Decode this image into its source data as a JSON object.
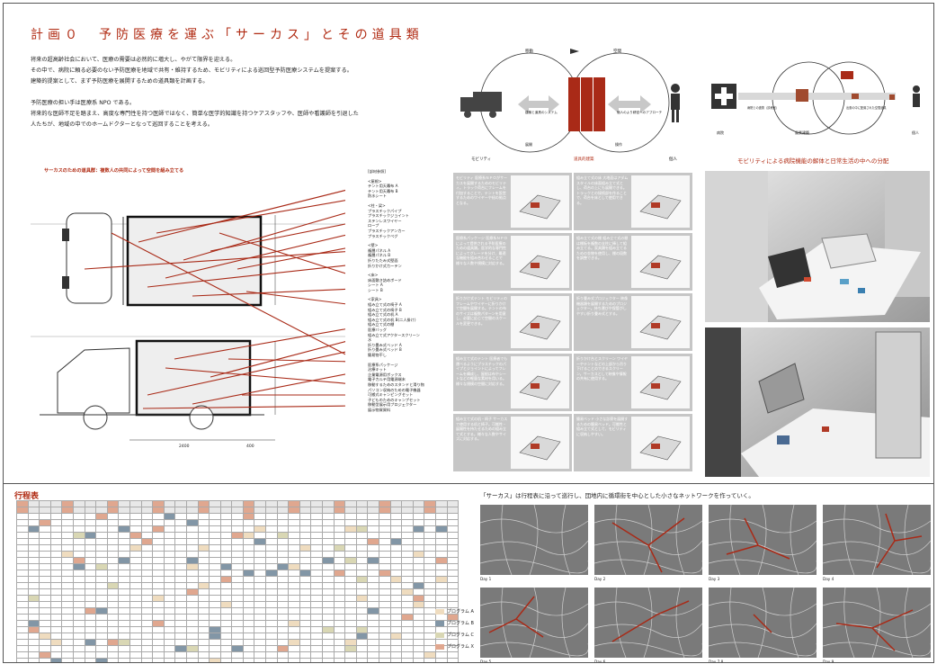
{
  "header": {
    "title": "計画０　予防医療を運ぶ「サーカス」とその道具類"
  },
  "intro": {
    "p1": [
      "将来の超高齢社会において、医療の需要は必然的に増大し、やがて限界を迎える。",
      "その中で、病院に頼る必要のない予防医療を地域で共有・維持するため、モビリティによる巡回型予防医療システムを提案する。",
      "建築的提案として、まず予防医療を展開するための道具類を計画する。"
    ],
    "p2": [
      "予防医療の担い手は医療系 NPO である。",
      "将来的な医師不足を踏まえ、高度な専門性を持つ医師ではなく、簡単な医学的知識を持つケアスタッフや、医師や看護師を引退した",
      "人たちが、地域の中でのホームドクターとなって巡回することを考える。"
    ]
  },
  "diagram": {
    "top_labels": [
      "移動",
      "空間"
    ],
    "mid_labels": [
      "建築と道具のシステム",
      "個人のより精密へのアプローチ"
    ],
    "bottom_labels": [
      "モビリティ",
      "道具的建築",
      "個人"
    ],
    "bottom_small": [
      "展開",
      "操作"
    ],
    "right_labels": [
      "病院",
      "風景建築",
      "個人"
    ],
    "right_mid_labels": [
      "病院との連携（診療室）",
      "出張の中に配置された空間道具"
    ],
    "caption": "モビリティによる病院機能の解体と日常生活の中への分配"
  },
  "truck": {
    "heading": "サーカスのための道具群：複数人の共同によって空間を組み立てる",
    "list_head": "[部材参照]",
    "groups": [
      {
        "head": "<屋根>",
        "items": [
          "テント用天幕布 A",
          "テント用天幕布 B",
          "防水シート"
        ]
      },
      {
        "head": "<柱・梁>",
        "items": [
          "プラスチックパイプ",
          "プラスチックジョイント",
          "ステンレスワイヤー",
          "ロープ",
          "プラスチックアンカー",
          "プラスチックペグ"
        ]
      },
      {
        "head": "<壁>",
        "items": [
          "複層パネル A",
          "複層パネル B",
          "折りたたみ式壁面",
          "折りかけ式カーテン"
        ]
      },
      {
        "head": "<床>",
        "items": [
          "床面敷き詰めボード",
          "シート A",
          "シート B"
        ]
      },
      {
        "head": "<家具>",
        "items": [
          "組み立て式の椅子 A",
          "組み立て式の椅子 B",
          "組み立て式の机 A",
          "組み立て式の机 B(二人掛け)",
          "組み立て式の棚",
          "医療バッグ",
          "組み立て式アクタースクリーン",
          "水",
          "折り畳み式ベッド A",
          "折り畳み式ベッド B",
          "簡易物干し"
        ]
      },
      {
        "head": "",
        "items": [
          "医療系パッケージ",
          "治療キット",
          "企業電源用ボックス",
          "電子カルテ用電源端末",
          "移動するためのスタンドと滑り物",
          "パソコン収納のための電子機器",
          "可搬式キャンピングセット",
          "子どものためのキャンプセット",
          "移動型展示用プロジェクター",
          "展示物資資料"
        ]
      }
    ],
    "dims": [
      "2400",
      "400"
    ]
  },
  "panels": [
    {
      "title": "モビリティ",
      "text": "医療系ＮＰＯがサーカスを展開するためのモビリティ。トラック荷台にフレームを付加することで、テントを設営するためのワイヤーや紐の拠点となる。"
    },
    {
      "title": "組み立て式の床",
      "text": "大地面はアダムスタイルの床面組み立て式とし、荷台の上にも展開できる。トラックとの接続部を作ることで、荷台を床として使用できる。"
    },
    {
      "title": "医療系パッケージ",
      "text": "医療系ＮＰＯによって提供される予防医療のための道具類。医学的な専門性によってグレードを分け、最適な機能を組み合わせることで様々な人数や規模に対応する。"
    },
    {
      "title": "組み立て式の棚",
      "text": "組み立て式の棚は棚板を複数の支柱に挿して組み立てる。家具類を組み立てるための金物を使用し、棚の段数を調整できる。"
    },
    {
      "title": "折りかけ式テント",
      "text": "モビリティのフレームやワイヤーに折りかけて空間を展開する。テントの布のサイズは複数パターンを用意し、必要に応じて空間のスケールを変更できる。"
    },
    {
      "title": "折り畳み式プロジェクター",
      "text": "映像機器類を展開するためのプロジェクター。持ち運びや保管がしやすい折り畳み式とする。"
    },
    {
      "title": "組み立て式のテント",
      "text": "医療者でも運べるようにプラスチックのパイプとジョイントによってフレームを構成し、屋根は布やシートなどの軽量な素材を用いる。様々な規模の空間に対応する。"
    },
    {
      "title": "折りかけ台とスクリーン",
      "text": "ワイヤーやテントなどの上部から吊り下げることのできるスクリーン。サーカスとして映像や情報の共有に使用する。"
    },
    {
      "title": "組み立て式の机・椅子",
      "text": "サーカスで使用する机と椅子。可搬性・展開性を持たせるための組み立て式とする。様々な人数やサイズに対応する。"
    },
    {
      "title": "簡易ベッド",
      "text": "小さな診察を展開するための簡易ベッド。可搬性と組み立て式として、モビリティに収納しやすい。"
    }
  ],
  "schedule": {
    "title": "行程表",
    "legend": [
      "プログラム A",
      "プログラム B",
      "プログラム C",
      "プログラム X"
    ],
    "legend_colors": [
      "#efdcbf",
      "#8296a6",
      "#d9d7b4",
      "#e0a78f"
    ]
  },
  "network": {
    "caption": "「サーカス」は行程表に沿って巡行し、団地内に循環街を中心とした小さなネットワークを作っていく。",
    "days": [
      "Day 1",
      "Day 2",
      "Day 3",
      "Day 4",
      "Day 5",
      "Day 6",
      "Day 7,8",
      "Day 9"
    ]
  },
  "colors": {
    "accent": "#b02a12",
    "panel_bg": "#c6c6c6"
  }
}
